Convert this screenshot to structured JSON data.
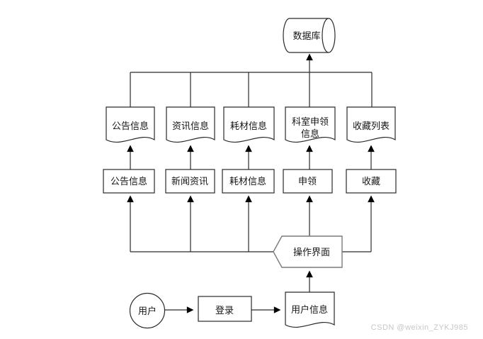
{
  "watermark": "CSDN @weixin_ZYKJ985",
  "colors": {
    "background": "#ffffff",
    "shape_stroke": "#2a2a2a",
    "panel_stroke": "#7a7a7a",
    "text": "#161616",
    "watermark": "#c7c7c7"
  },
  "diagram": {
    "database": {
      "label": "数据库"
    },
    "documents": [
      {
        "label": "公告信息"
      },
      {
        "label": "资讯信息"
      },
      {
        "label": "耗材信息"
      },
      {
        "label": "科室申领",
        "label2": "信息"
      },
      {
        "label": "收藏列表"
      }
    ],
    "processes": [
      {
        "label": "公告信息"
      },
      {
        "label": "新闻资讯"
      },
      {
        "label": "耗材信息"
      },
      {
        "label": "申领"
      },
      {
        "label": "收藏"
      }
    ],
    "interface": {
      "label": "操作界面"
    },
    "user": {
      "label": "用户"
    },
    "login": {
      "label": "登录"
    },
    "user_info": {
      "label": "用户信息"
    }
  }
}
